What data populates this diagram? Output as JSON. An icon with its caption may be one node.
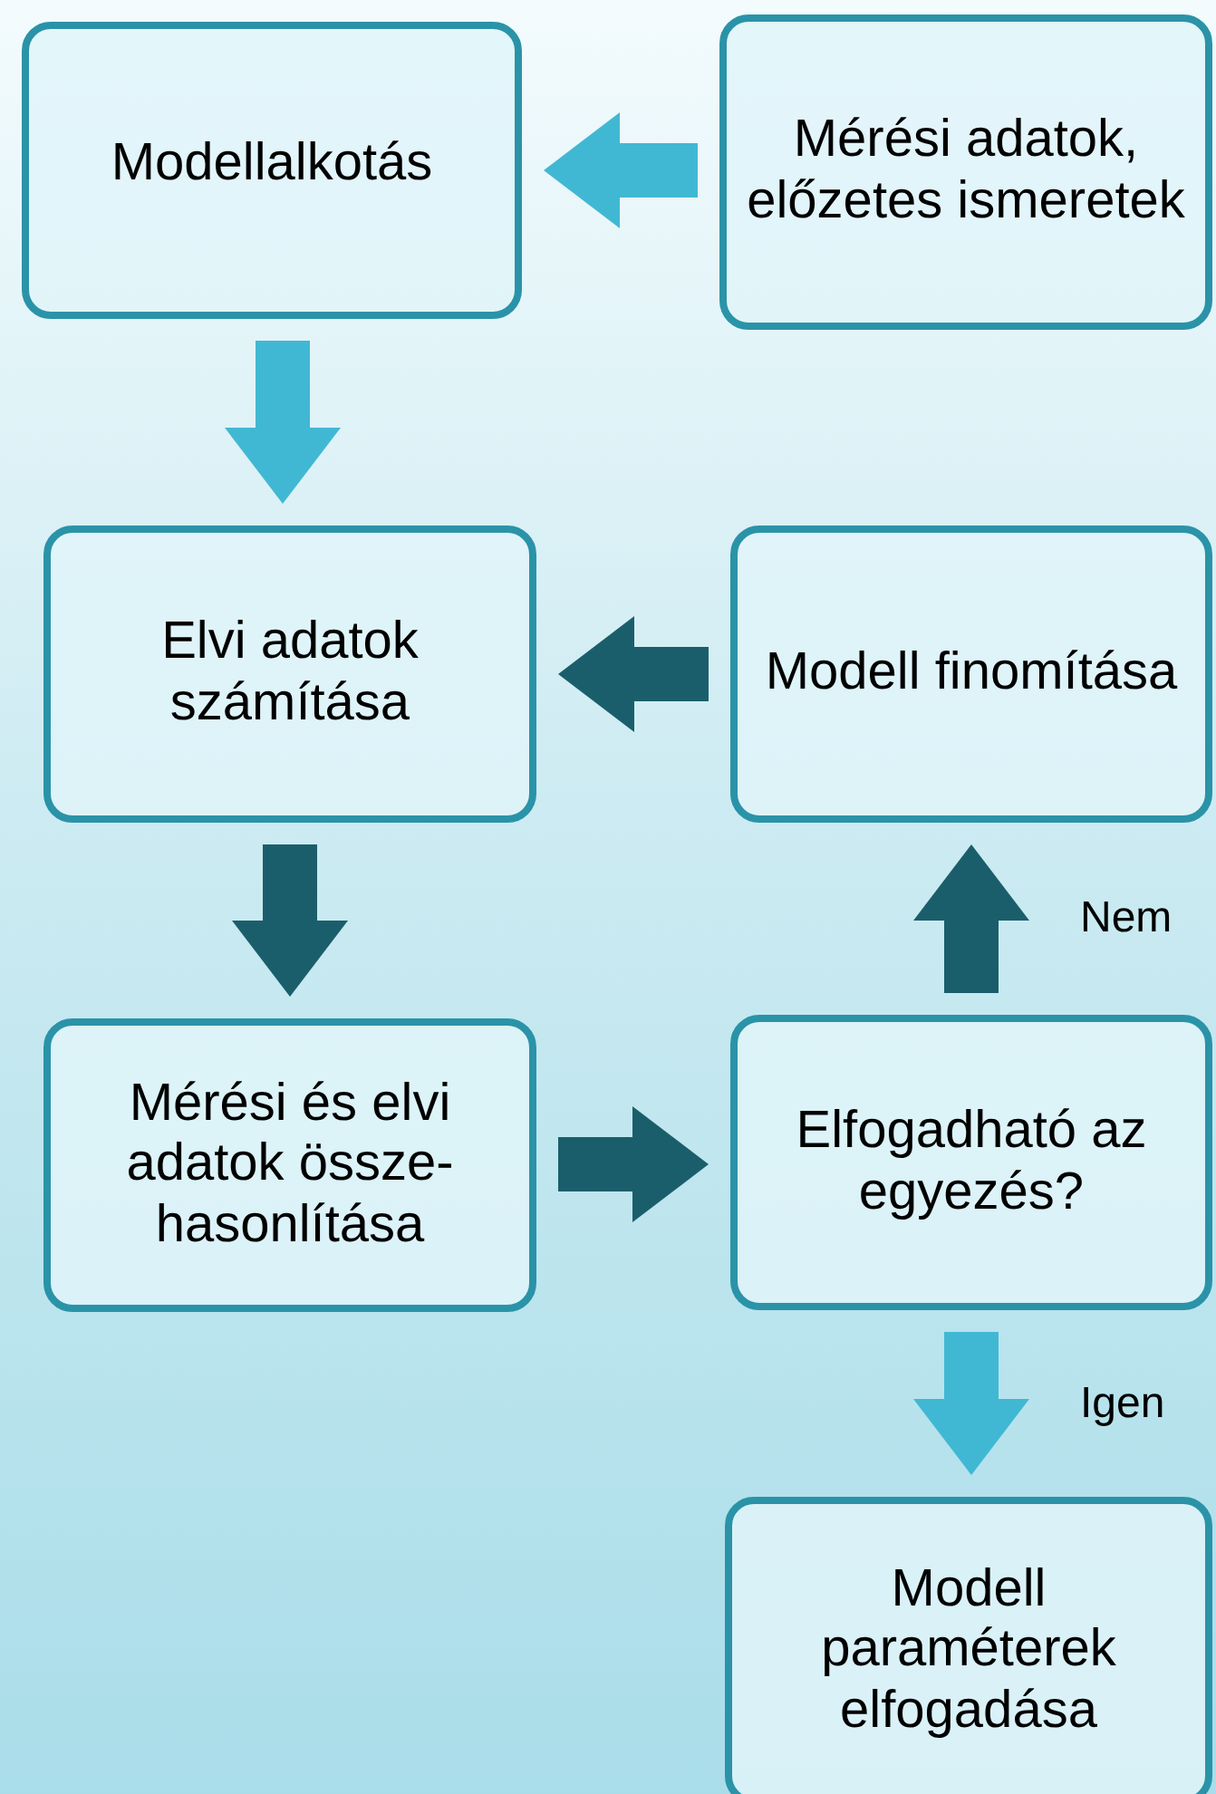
{
  "diagram": {
    "nodes": [
      {
        "text": [
          "Modellalkotás"
        ]
      },
      {
        "text": [
          "Mérési adatok, előzetes ismeretek"
        ]
      },
      {
        "text": [
          "Elvi adatok számítása"
        ]
      },
      {
        "text": [
          "Modell finomítása"
        ]
      },
      {
        "text": [
          "Mérési és elvi adatok össze-hasonlítása"
        ]
      },
      {
        "text": [
          "Elfogadható az egyezés?"
        ]
      },
      {
        "text": [
          "Modell paraméterek elfogadása"
        ]
      }
    ],
    "edges": [
      {
        "from": 1,
        "to": 0,
        "arrow": "to",
        "color": "#41b8d3"
      },
      {
        "from": 0,
        "to": 2,
        "arrow": "to",
        "color": "#41b8d3"
      },
      {
        "from": 3,
        "to": 2,
        "arrow": "to"
      },
      {
        "from": 2,
        "to": 4,
        "arrow": "to"
      },
      {
        "from": 4,
        "to": 5,
        "arrow": "to"
      },
      {
        "from": 5,
        "to": 3,
        "arrow": "to",
        "label": "Nem"
      },
      {
        "from": 5,
        "to": 6,
        "arrow": "to",
        "label": "Igen",
        "color": "#41b8d3"
      }
    ]
  }
}
